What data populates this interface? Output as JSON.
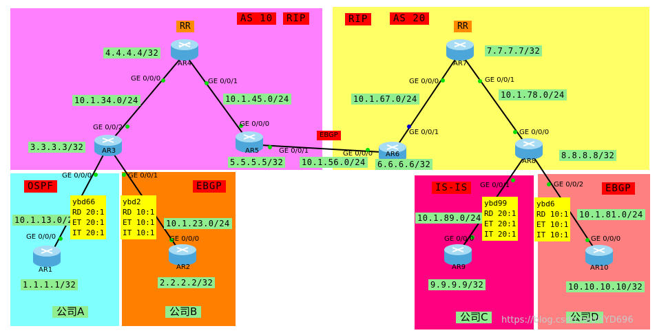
{
  "routers": {
    "ar1": {
      "name": "AR1",
      "loopback": "1.1.1.1/32"
    },
    "ar2": {
      "name": "AR2",
      "loopback": "2.2.2.2/32"
    },
    "ar3": {
      "name": "AR3",
      "loopback": "3.3.3.3/32"
    },
    "ar4": {
      "name": "AR4",
      "loopback": "4.4.4.4/32",
      "role": "RR"
    },
    "ar5": {
      "name": "AR5",
      "loopback": "5.5.5.5/32"
    },
    "ar6": {
      "name": "AR6",
      "loopback": "6.6.6.6/32"
    },
    "ar7": {
      "name": "AR7",
      "loopback": "7.7.7.7/32",
      "role": "RR"
    },
    "ar8": {
      "name": "AR8",
      "loopback": "8.8.8.8/32"
    },
    "ar9": {
      "name": "AR9",
      "loopback": "9.9.9.9/32"
    },
    "ar10": {
      "name": "AR10",
      "loopback": "10.10.10.10/32"
    }
  },
  "as_left": {
    "as_label": "AS 10",
    "igp": "RIP",
    "color": "#ff80ff"
  },
  "as_right": {
    "as_label": "AS 20",
    "igp": "RIP",
    "color": "#ffff66"
  },
  "companies": {
    "a": {
      "name": "公司A",
      "protocol": "OSPF",
      "color": "#80ffff"
    },
    "b": {
      "name": "公司B",
      "protocol": "EBGP",
      "color": "#ff8000"
    },
    "c": {
      "name": "公司C",
      "protocol": "IS-IS",
      "color": "#ff0080"
    },
    "d": {
      "name": "公司D",
      "protocol": "EBGP",
      "color": "#ff8080"
    }
  },
  "links": {
    "ar3_ar4": "10.1.34.0/24",
    "ar4_ar5": "10.1.45.0/24",
    "ar5_ar6": "10.1.56.0/24",
    "ar6_ar7": "10.1.67.0/24",
    "ar7_ar8": "10.1.78.0/24",
    "ar1_ar3": "10.1.13.0/24",
    "ar2_ar3": "10.1.23.0/24",
    "ar8_ar9": "10.1.89.0/24",
    "ar8_ar10": "10.1.81.0/24",
    "ebgp_label": "EBGP"
  },
  "ports": {
    "ar4_ge000": "GE 0/0/0",
    "ar4_ge001": "GE 0/0/1",
    "ar3_ge002": "GE 0/0/2",
    "ar3_ge000": "GE 0/0/0",
    "ar3_ge001": "GE 0/0/1",
    "ar5_ge000": "GE 0/0/0",
    "ar5_ge001": "GE 0/0/1",
    "ar6_ge000": "GE 0/0/0",
    "ar6_ge001": "GE 0/0/1",
    "ar7_ge000": "GE 0/0/0",
    "ar7_ge001": "GE 0/0/1",
    "ar8_ge000": "GE 0/0/0",
    "ar8_ge001": "GE 0/0/1",
    "ar8_ge002": "GE 0/0/2",
    "ar1_ge000": "GE 0/0/0",
    "ar2_ge000": "GE 0/0/0",
    "ar9_ge000": "GE 0/0/0",
    "ar10_ge000": "GE 0/0/0"
  },
  "vrfs": {
    "ybd66": {
      "name": "ybd66",
      "rd": "RD 20:1",
      "et": "ET 20:1",
      "it": "IT 20:1"
    },
    "ybd2": {
      "name": "ybd2",
      "rd": "RD 10:1",
      "et": "ET 10:1",
      "it": "IT 10:1"
    },
    "ybd99": {
      "name": "ybd99",
      "rd": "RD 20:1",
      "et": "ET 20:1",
      "it": "IT 20:1"
    },
    "ybd6": {
      "name": "ybd6",
      "rd": "RD 10:1",
      "et": "ET 10:1",
      "it": "IT 10:1"
    }
  },
  "watermark": "https://blog.csdn.net/HYD696"
}
